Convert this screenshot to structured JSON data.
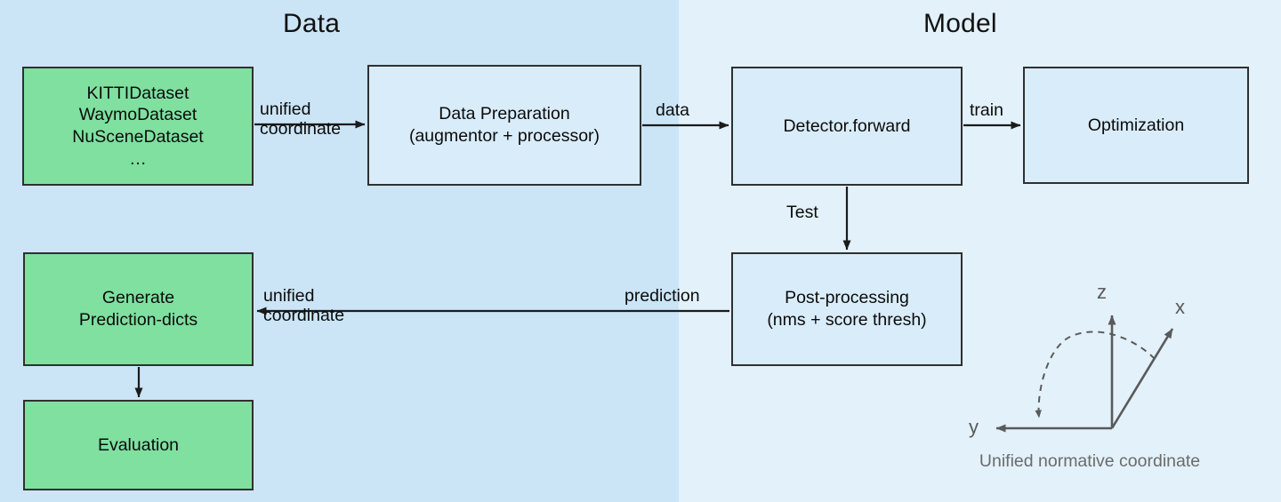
{
  "panels": {
    "data": {
      "title": "Data",
      "bg": "#cbe5f7"
    },
    "model": {
      "title": "Model",
      "bg": "#e2f1fa"
    }
  },
  "nodes": {
    "datasets": {
      "line1": "KITTIDataset",
      "line2": "WaymoDataset",
      "line3": "NuSceneDataset",
      "line4": "…",
      "fill": "#7fe0a0"
    },
    "dataprep": {
      "line1": "Data Preparation",
      "line2": "(augmentor + processor)",
      "fill": "#d9ecfa"
    },
    "detector": {
      "line1": "Detector.forward",
      "fill": "#d9ecfa"
    },
    "optimization": {
      "line1": "Optimization",
      "fill": "#d9ecfa"
    },
    "postprocessing": {
      "line1": "Post-processing",
      "line2": "(nms + score thresh)",
      "fill": "#d9ecfa"
    },
    "generate": {
      "line1": "Generate",
      "line2": "Prediction-dicts",
      "fill": "#7fe0a0"
    },
    "evaluation": {
      "line1": "Evaluation",
      "fill": "#7fe0a0"
    }
  },
  "edges": {
    "datasets_to_dataprep": {
      "line1": "unified",
      "line2": "coordinate"
    },
    "dataprep_to_detector": {
      "label": "data"
    },
    "detector_to_optimization": {
      "label": "train"
    },
    "detector_to_post": {
      "label": "Test"
    },
    "post_to_generate_right": {
      "label": "prediction"
    },
    "post_to_generate_left": {
      "line1": "unified",
      "line2": "coordinate"
    }
  },
  "coordinate_widget": {
    "caption": "Unified normative coordinate",
    "axis_z": "z",
    "axis_x": "x",
    "axis_y": "y",
    "axis_color": "#5a5a5a",
    "caption_color": "#6b6b6b"
  },
  "colors": {
    "green_fill": "#7fe0a0",
    "blue_fill": "#d9ecfa",
    "border": "#2f3030",
    "panel_left": "#cbe5f7",
    "panel_right": "#e2f1fa"
  }
}
